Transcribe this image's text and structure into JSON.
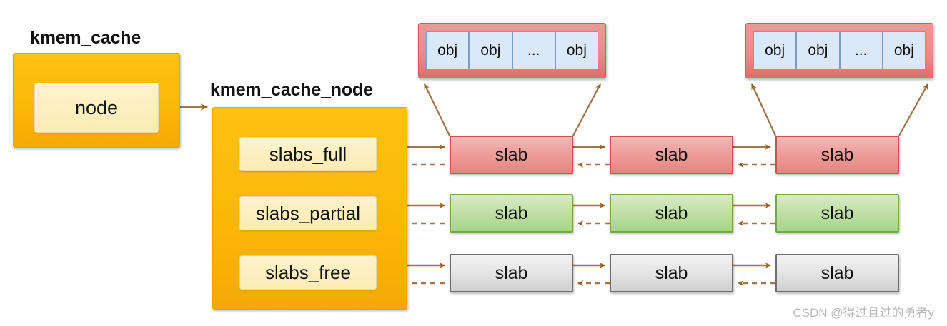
{
  "diagram": {
    "title_kmem_cache": "kmem_cache",
    "title_kmem_cache_node": "kmem_cache_node",
    "kmem_cache": {
      "fields": [
        {
          "label": "node"
        }
      ]
    },
    "kmem_cache_node": {
      "fields": [
        {
          "label": "slabs_full"
        },
        {
          "label": "slabs_partial"
        },
        {
          "label": "slabs_free"
        }
      ]
    },
    "obj_containers": [
      {
        "cells": [
          "obj",
          "obj",
          "...",
          "obj"
        ]
      },
      {
        "cells": [
          "obj",
          "obj",
          "...",
          "obj"
        ]
      }
    ],
    "slab_rows": [
      {
        "list": "slabs_full",
        "color": "red",
        "slabs": [
          "slab",
          "slab",
          "slab"
        ]
      },
      {
        "list": "slabs_partial",
        "color": "green",
        "slabs": [
          "slab",
          "slab",
          "slab"
        ]
      },
      {
        "list": "slabs_free",
        "color": "gray",
        "slabs": [
          "slab",
          "slab",
          "slab"
        ]
      }
    ],
    "colors": {
      "orange_box": "#fcb809",
      "pale_field": "#fdf3cd",
      "slab_red": "#ef9e9b",
      "slab_green": "#bfe0a4",
      "slab_gray": "#e4e4e4",
      "obj_cell": "#dbe8f7",
      "arrow": "#a1764a",
      "arrow_head": "#9a5f1d"
    }
  },
  "watermark": "CSDN @得过且过的勇者y"
}
